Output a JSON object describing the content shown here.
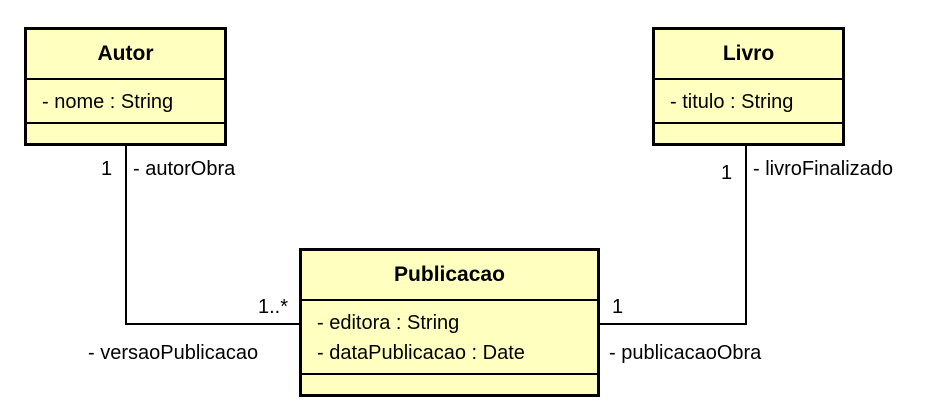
{
  "classes": {
    "autor": {
      "name": "Autor",
      "attributes": [
        "- nome : String"
      ]
    },
    "livro": {
      "name": "Livro",
      "attributes": [
        "- titulo : String"
      ]
    },
    "publicacao": {
      "name": "Publicacao",
      "attributes": [
        "- editora : String",
        "- dataPublicacao : Date"
      ]
    }
  },
  "associations": {
    "autor_publicacao": {
      "source_multiplicity": "1",
      "source_role": "- autorObra",
      "target_multiplicity": "1..*",
      "target_role": "- versaoPublicacao"
    },
    "livro_publicacao": {
      "source_multiplicity": "1",
      "source_role": "- livroFinalizado",
      "target_multiplicity": "1",
      "target_role": "- publicacaoObra"
    }
  },
  "colors": {
    "class_fill": "#ffffc0",
    "stroke": "#000000"
  }
}
